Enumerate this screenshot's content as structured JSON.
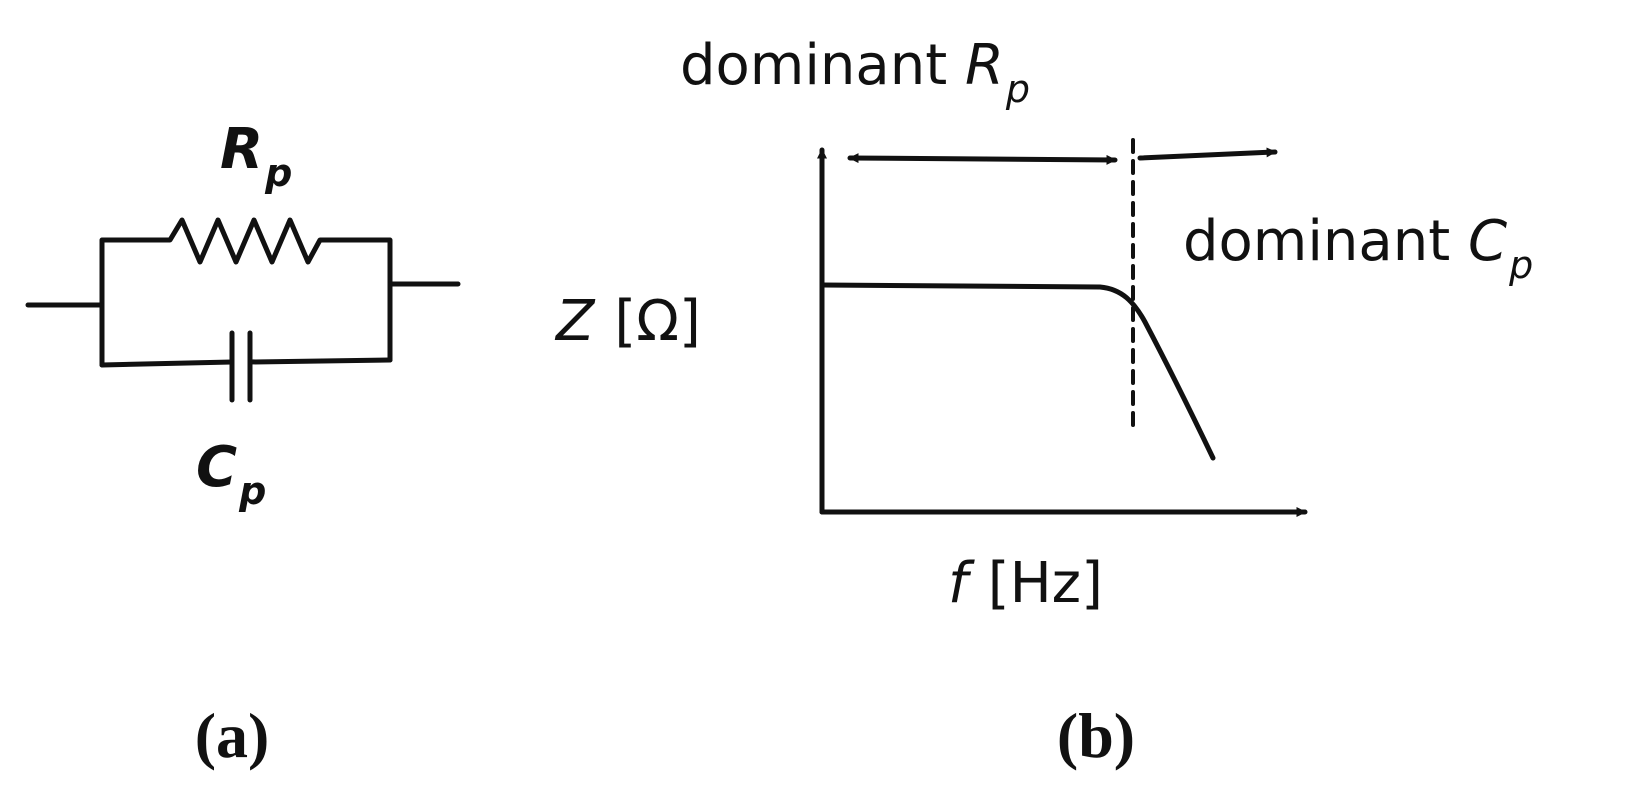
{
  "panel_a": {
    "caption": "(a)",
    "resistor_label": {
      "main": "R",
      "sub": "p"
    },
    "capacitor_label": {
      "main": "C",
      "sub": "p"
    }
  },
  "panel_b": {
    "caption": "(b)",
    "y_axis_label": {
      "symbol": "Z",
      "unit": "[Ω]"
    },
    "x_axis_label": {
      "symbol": "f",
      "unit": "[Hz]"
    },
    "region_left": {
      "text": "dominant ",
      "main": "R",
      "sub": "p"
    },
    "region_right": {
      "text": "dominant ",
      "main": "C",
      "sub": "p"
    }
  },
  "colors": {
    "stroke": "#111111",
    "background": "#ffffff"
  }
}
